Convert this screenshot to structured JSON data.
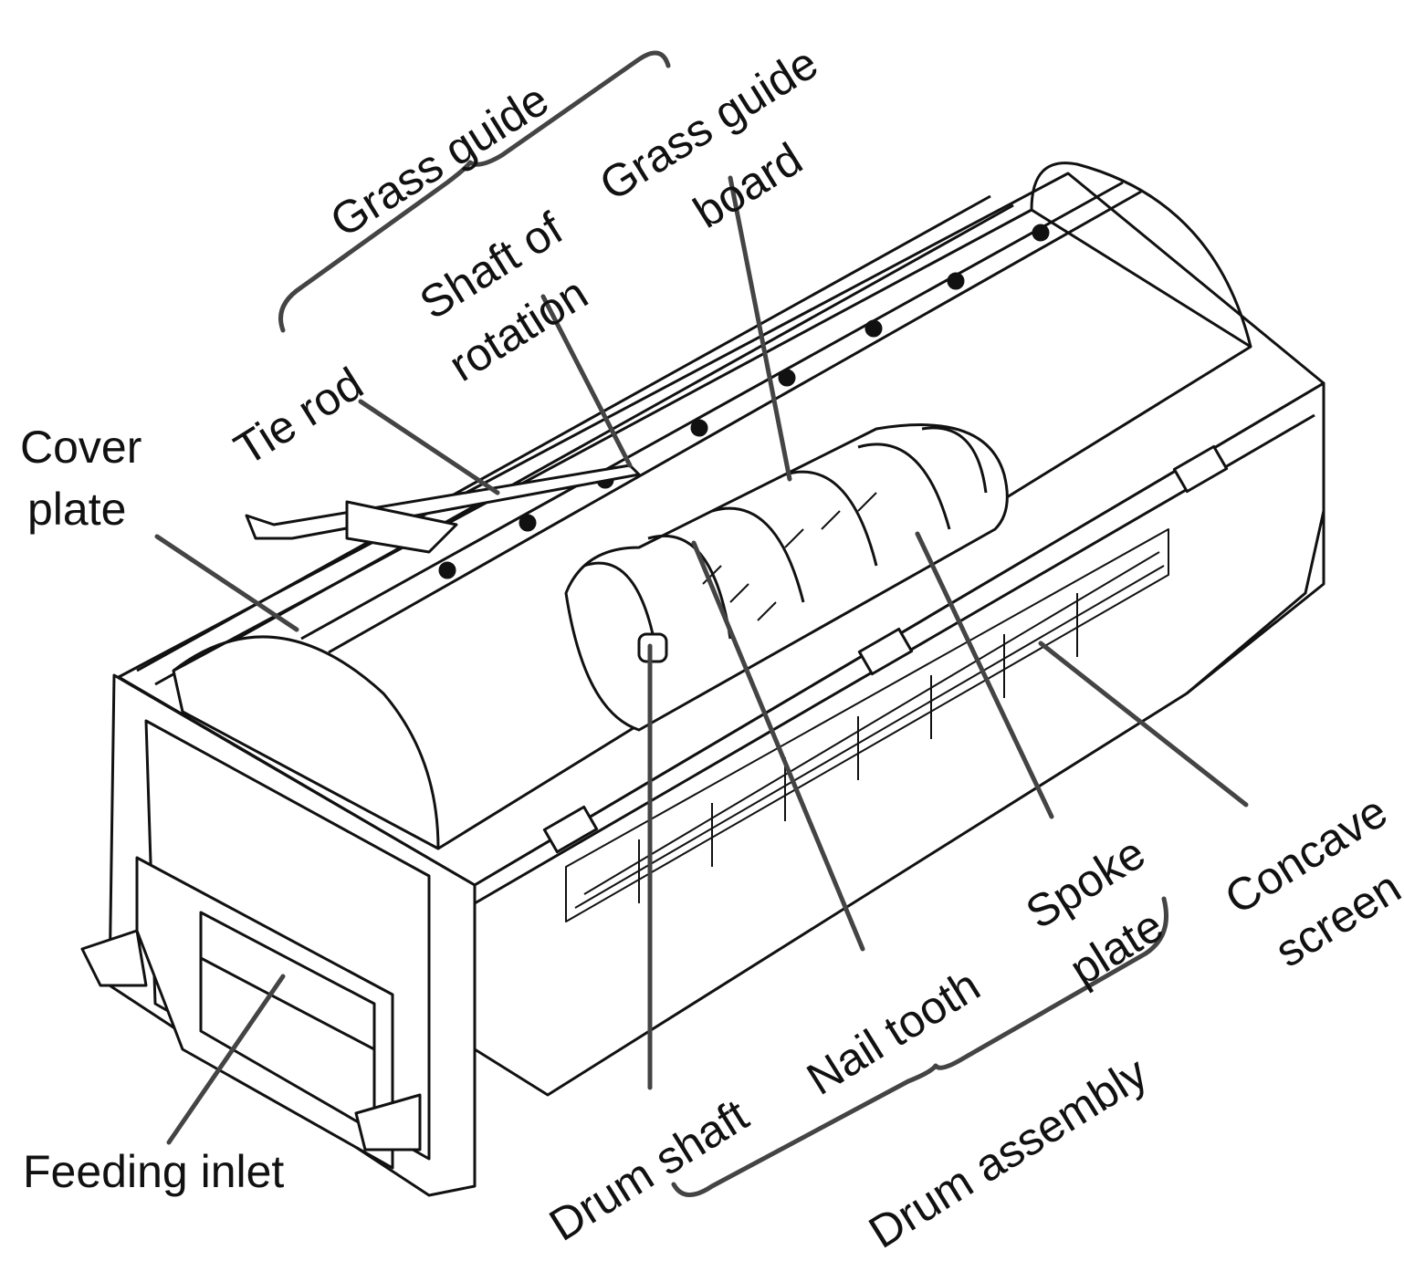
{
  "diagram": {
    "labels": {
      "grass_guide": "Grass guide",
      "grass_guide_board_line1": "Grass guide",
      "grass_guide_board_line2": "board",
      "shaft_of_rotation_line1": "Shaft of",
      "shaft_of_rotation_line2": "rotation",
      "tie_rod": "Tie rod",
      "cover_plate_line1": "Cover",
      "cover_plate_line2": "plate",
      "feeding_inlet": "Feeding inlet",
      "drum_shaft": "Drum shaft",
      "nail_tooth": "Nail tooth",
      "spoke_plate_line1": "Spoke",
      "spoke_plate_line2": "plate",
      "concave_screen_line1": "Concave",
      "concave_screen_line2": "screen",
      "drum_assembly": "Drum assembly"
    },
    "colors": {
      "line": "#111111",
      "leader": "#444444",
      "background": "#ffffff"
    }
  }
}
